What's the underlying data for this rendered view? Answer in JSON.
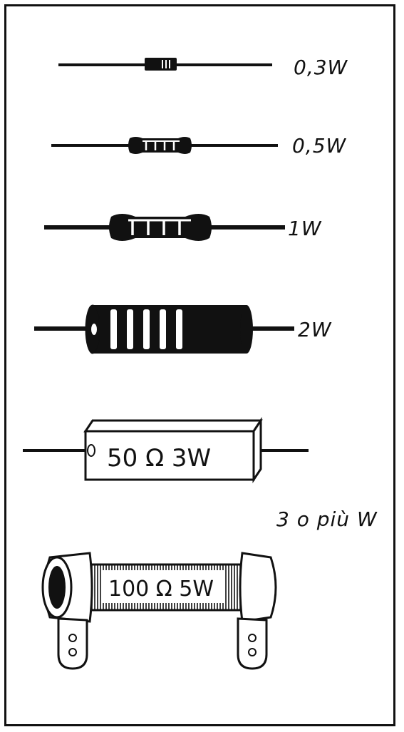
{
  "labels": {
    "r1": "0,3W",
    "r2": "0,5W",
    "r3": "1W",
    "r4": "2W",
    "r5": "3 o più W"
  },
  "body_text": {
    "r5": "50 Ω 3W",
    "r6": "100 Ω 5W"
  }
}
